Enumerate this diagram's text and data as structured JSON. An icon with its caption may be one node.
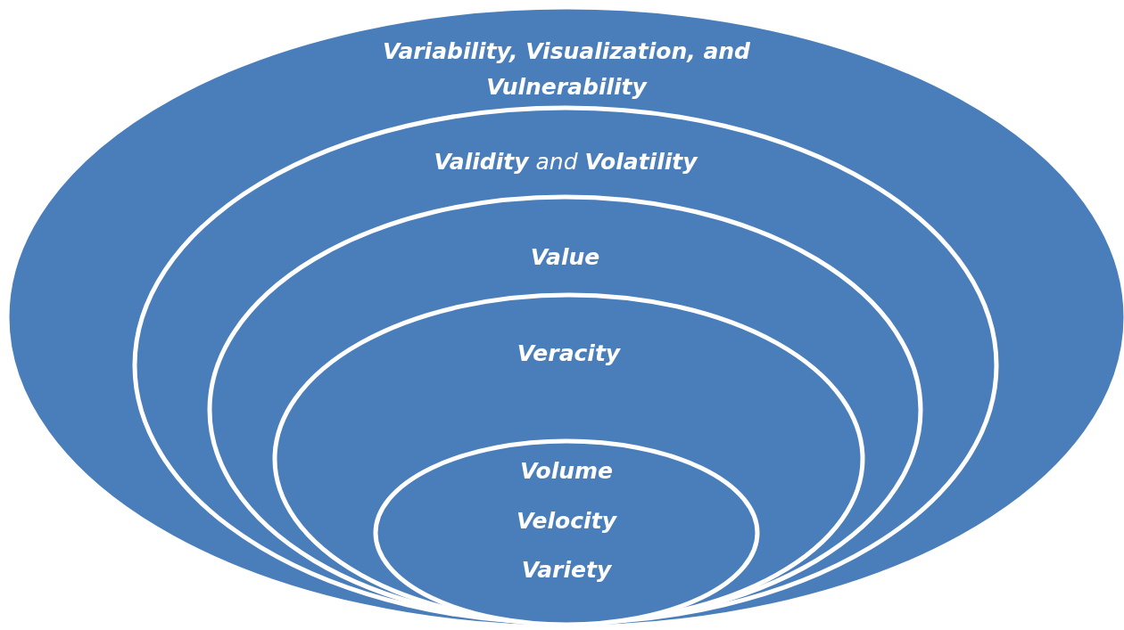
{
  "diagram": {
    "nodes": [
      {
        "text": [
          "Variability, Visualization, and Vulnerability"
        ]
      },
      {
        "text": [
          "**Validity** and **Volatility**"
        ],
        "in": 0
      },
      {
        "text": [
          "Value"
        ],
        "in": 1
      },
      {
        "text": [
          "Veracity"
        ],
        "in": 2
      },
      {
        "text": [
          "Volume",
          "Velocity",
          "Variety"
        ],
        "in": 3
      }
    ]
  }
}
